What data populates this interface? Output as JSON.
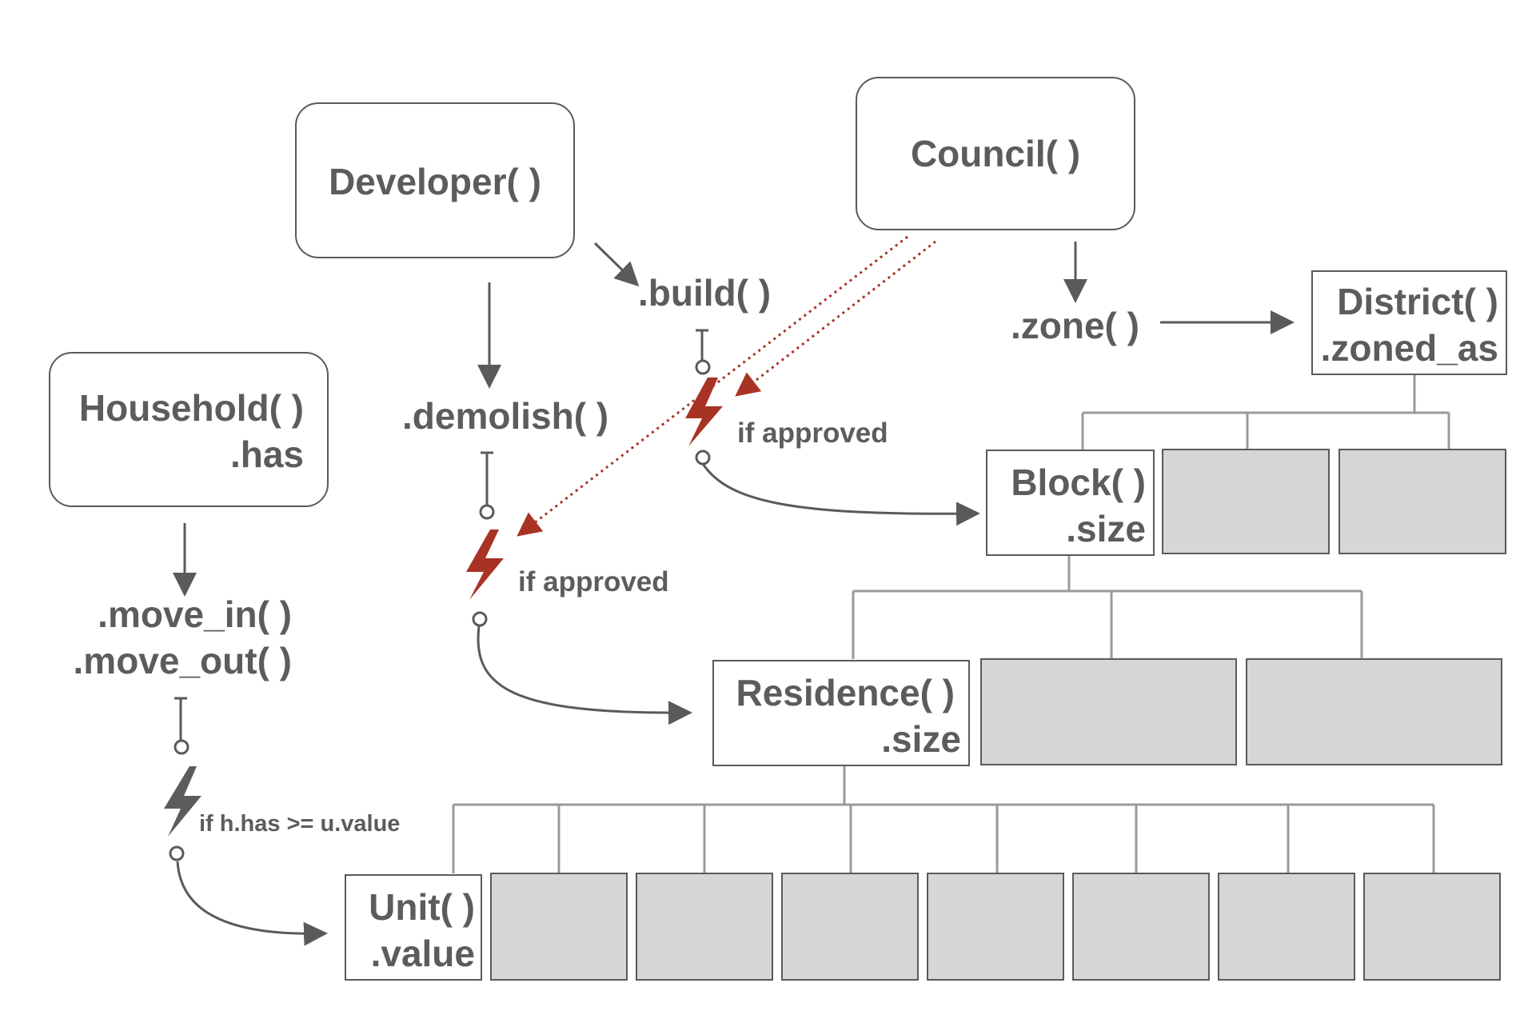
{
  "actors": {
    "developer": "Developer( )",
    "council": "Council( )",
    "household": {
      "name": "Household( )",
      "attr": ".has"
    }
  },
  "methods": {
    "build": ".build( )",
    "demolish": ".demolish( )",
    "zone": ".zone( )",
    "move_in": ".move_in( )",
    "move_out": ".move_out( )"
  },
  "conditions": {
    "build_approved": "if approved",
    "demolish_approved": "if approved",
    "household_can_afford": "if h.has >= u.value"
  },
  "entities": {
    "district": {
      "name": "District( )",
      "attr": ".zoned_as"
    },
    "block": {
      "name": "Block( )",
      "attr": ".size"
    },
    "residence": {
      "name": "Residence( )",
      "attr": ".size"
    },
    "unit": {
      "name": "Unit( )",
      "attr": ".value"
    }
  },
  "colors": {
    "text": "#5c5c5c",
    "line": "#5a5a5a",
    "tree": "#9a9a9a",
    "placeholder_fill": "#d6d6d6",
    "veto": "#a83224"
  },
  "icons": {
    "lightning": "lightning-icon",
    "inhibit_bar": "inhibit-bar-icon",
    "circle_end": "circle-endpoint-icon"
  }
}
